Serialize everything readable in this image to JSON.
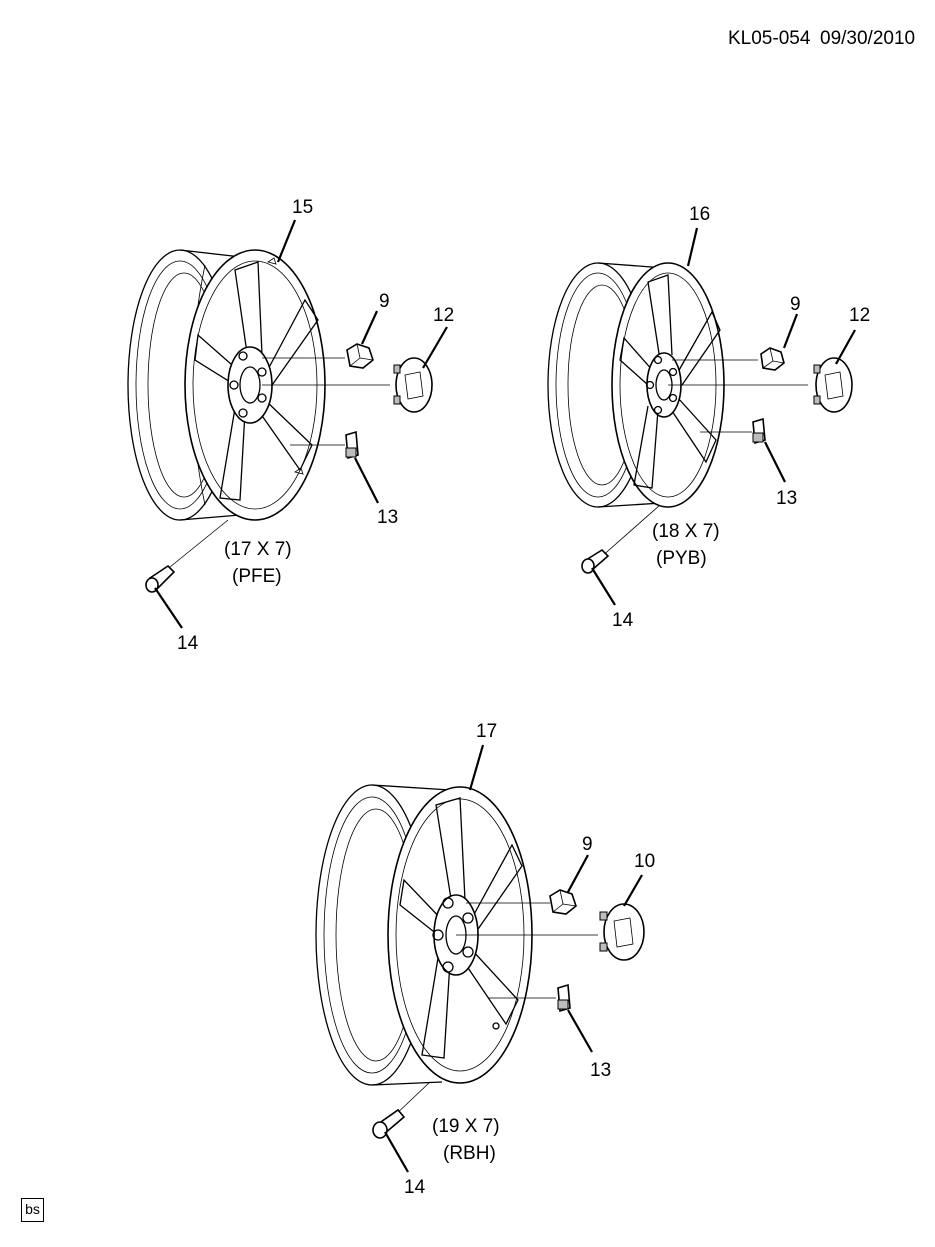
{
  "header": {
    "doc_id": "KL05-054",
    "date": "09/30/2010"
  },
  "badge": "bs",
  "callouts": {
    "w1_wheel": "15",
    "w1_nut": "9",
    "w1_cap": "12",
    "w1_weight": "13",
    "w1_valve": "14",
    "w2_wheel": "16",
    "w2_nut": "9",
    "w2_cap": "12",
    "w2_weight": "13",
    "w2_valve": "14",
    "w3_wheel": "17",
    "w3_nut": "9",
    "w3_cap": "10",
    "w3_weight": "13",
    "w3_valve": "14"
  },
  "wheels": [
    {
      "size": "(17 X 7)",
      "code": "(PFE)"
    },
    {
      "size": "(18 X 7)",
      "code": "(PYB)"
    },
    {
      "size": "(19 X 7)",
      "code": "(RBH)"
    }
  ]
}
